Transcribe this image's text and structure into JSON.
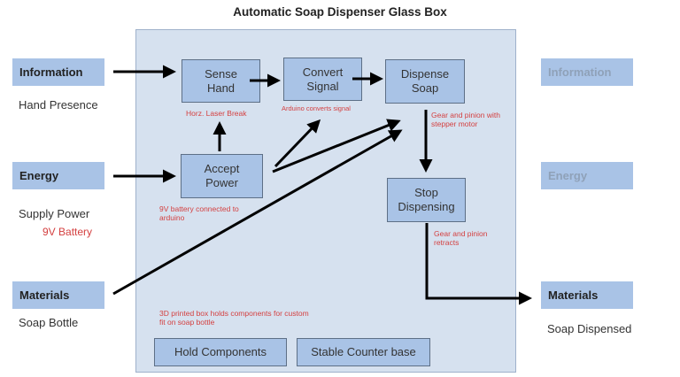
{
  "title": "Automatic Soap Dispenser Glass Box",
  "inputs": {
    "information": {
      "label": "Information",
      "desc": "Hand Presence"
    },
    "energy": {
      "label": "Energy",
      "desc": "Supply Power",
      "sub": "9V Battery"
    },
    "materials": {
      "label": "Materials",
      "desc": "Soap Bottle"
    }
  },
  "outputs": {
    "information": {
      "label": "Information"
    },
    "energy": {
      "label": "Energy"
    },
    "materials": {
      "label": "Materials",
      "desc": "Soap Dispensed"
    }
  },
  "functions": {
    "sense_hand": {
      "label": "Sense Hand",
      "note": "Horz. Laser Break"
    },
    "convert_signal": {
      "label": "Convert Signal",
      "note": "Arduino converts signal"
    },
    "dispense_soap": {
      "label": "Dispense Soap",
      "note": "Gear and pinion with stepper motor"
    },
    "accept_power": {
      "label": "Accept Power",
      "note": "9V battery connected to arduino"
    },
    "stop_dispensing": {
      "label": "Stop Dispensing",
      "note": "Gear and pinion retracts"
    },
    "hold_components": {
      "label": "Hold Components",
      "note": "3D printed box holds components for custom fit on soap bottle"
    },
    "stable_base": {
      "label": "Stable Counter base"
    }
  },
  "colors": {
    "box_fill": "#a9c3e6",
    "system_fill": "#d6e1ef",
    "note_red": "#d44040"
  }
}
